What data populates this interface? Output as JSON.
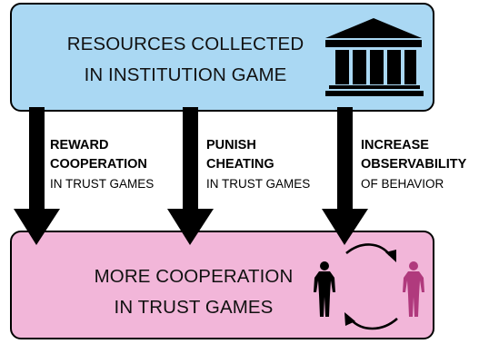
{
  "top_box": {
    "line1": "RESOURCES COLLECTED",
    "line2": "IN INSTITUTION GAME",
    "icon": "institution-building-icon"
  },
  "bottom_box": {
    "line1": "MORE COOPERATION",
    "line2": "IN TRUST GAMES",
    "icons": [
      "person-black-icon",
      "person-magenta-icon",
      "circular-arrows-icon"
    ]
  },
  "arrows": [
    {
      "bold1": "REWARD",
      "bold2": "COOPERATION",
      "sub": "IN TRUST GAMES"
    },
    {
      "bold1": "PUNISH",
      "bold2": "CHEATING",
      "sub": "IN TRUST GAMES"
    },
    {
      "bold1": "INCREASE",
      "bold2": "OBSERVABILITY",
      "sub": "OF BEHAVIOR"
    }
  ],
  "colors": {
    "top_box": "#aad8f3",
    "bottom_box": "#f2b6d9",
    "person_magenta": "#b03a7d",
    "arrow": "#000000"
  }
}
